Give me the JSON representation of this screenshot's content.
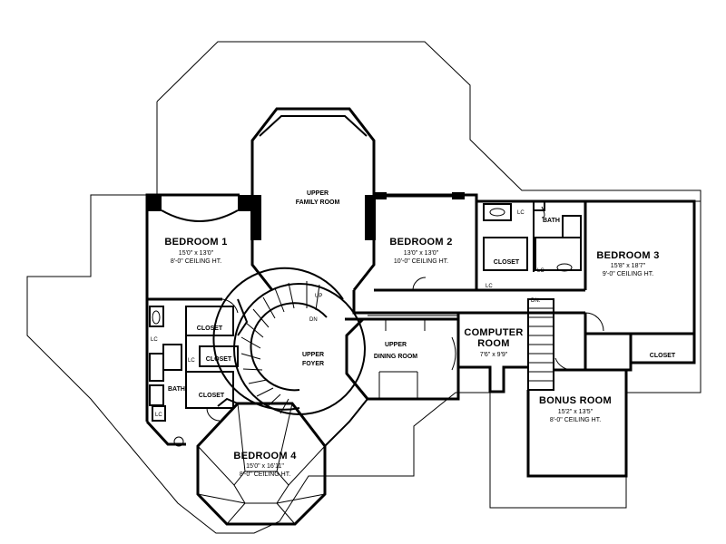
{
  "rooms": {
    "bedroom1": {
      "name": "BEDROOM 1",
      "dims": "15'0\" x 13'0\"",
      "ceiling": "8'-0\" CEILING HT."
    },
    "family": {
      "name1": "UPPER",
      "name2": "FAMILY ROOM"
    },
    "bedroom2": {
      "name": "BEDROOM 2",
      "dims": "13'0\" x 13'0\"",
      "ceiling": "10'-0\" CEILING HT."
    },
    "bedroom3": {
      "name": "BEDROOM 3",
      "dims": "15'8\" x 18'7\"",
      "ceiling": "9'-0\" CEILING HT."
    },
    "foyer": {
      "name1": "UPPER",
      "name2": "FOYER"
    },
    "dining": {
      "name1": "UPPER",
      "name2": "DINING ROOM"
    },
    "computer": {
      "name1": "COMPUTER",
      "name2": "ROOM",
      "dims": "7'6\" x 9'9\""
    },
    "bonus": {
      "name": "BONUS ROOM",
      "dims": "15'2\" x 13'5\"",
      "ceiling": "8'-0\" CEILING HT."
    },
    "bedroom4": {
      "name": "BEDROOM 4",
      "dims": "15'0\" x 16'11\"",
      "ceiling": "8'-0\" CEILING HT."
    }
  },
  "labels": {
    "closet": "CLOSET",
    "lc": "LC",
    "bath": "BATH",
    "up": "UP",
    "dn": "DN",
    "dn2": "DN."
  }
}
